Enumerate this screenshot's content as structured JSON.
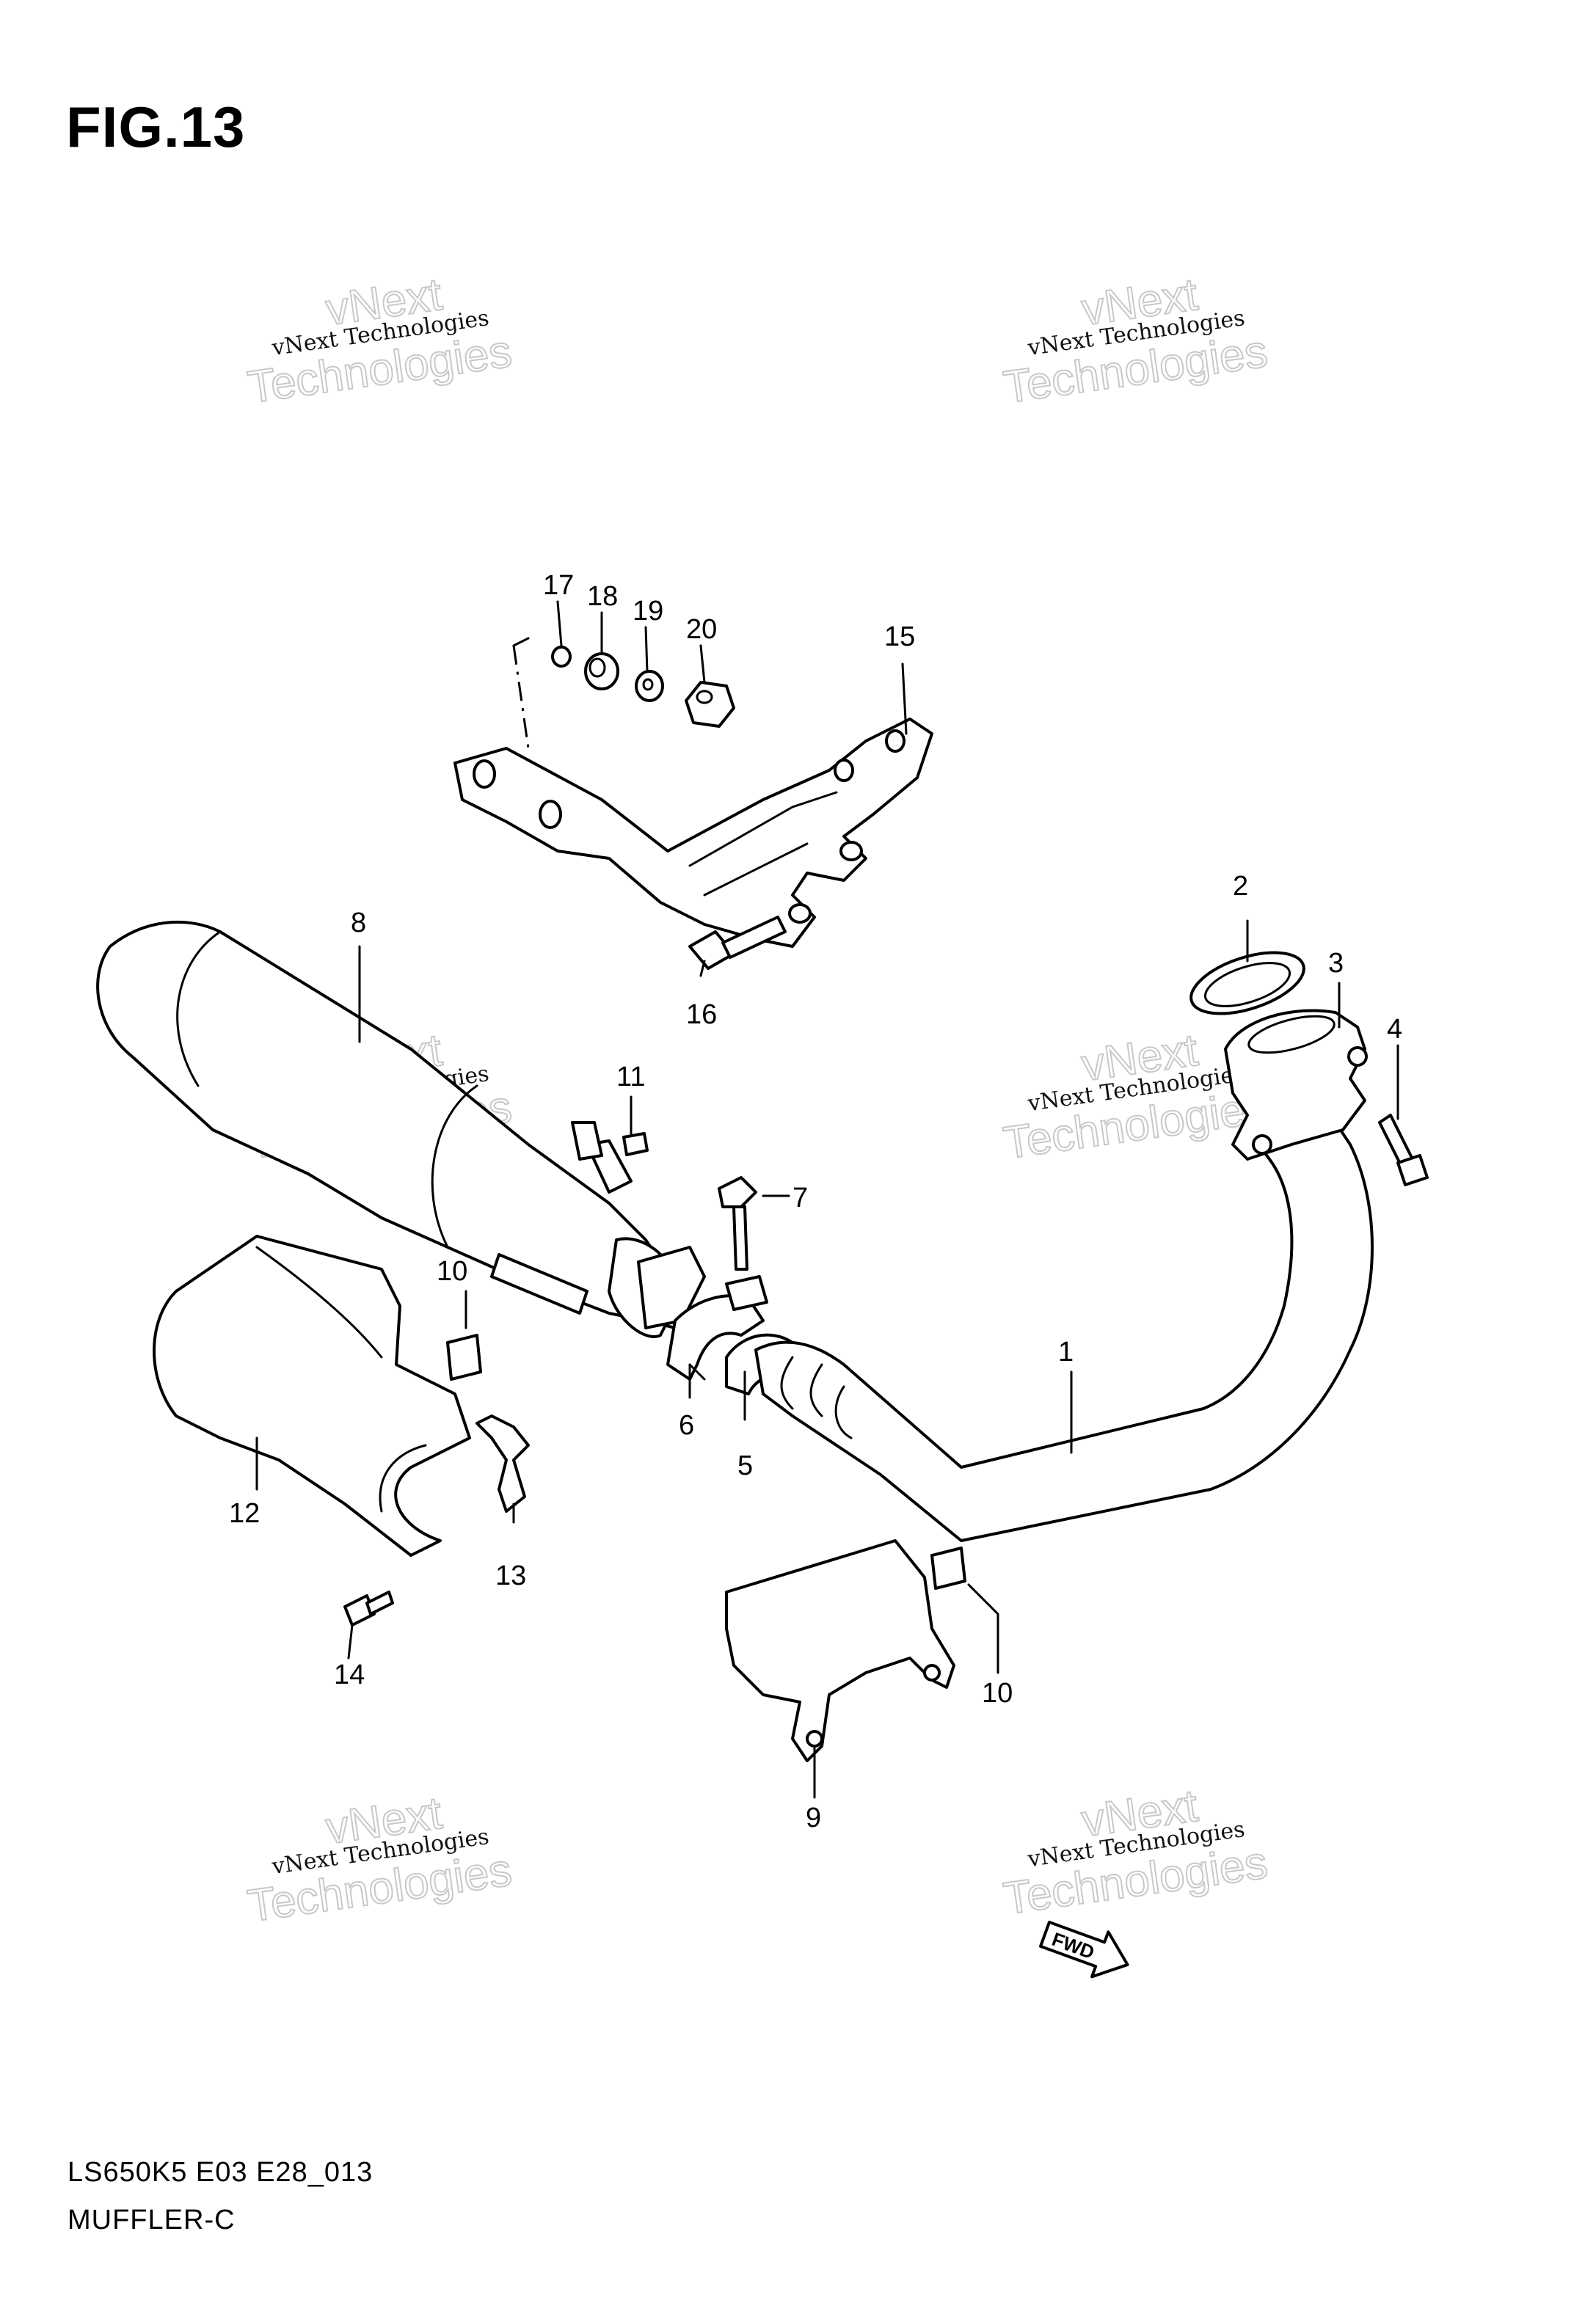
{
  "figure": {
    "title": "FIG.13",
    "model_code": "LS650K5 E03 E28_013",
    "section_name": "MUFFLER-C",
    "direction_marker": "FWD"
  },
  "watermark": {
    "line_top": "vNext",
    "line_mid": "vNext Technologies",
    "line_big": "Technologies"
  },
  "callouts": [
    "1",
    "2",
    "3",
    "4",
    "5",
    "6",
    "7",
    "8",
    "9",
    "10",
    "10",
    "11",
    "12",
    "13",
    "14",
    "15",
    "16",
    "17",
    "18",
    "19",
    "20"
  ]
}
